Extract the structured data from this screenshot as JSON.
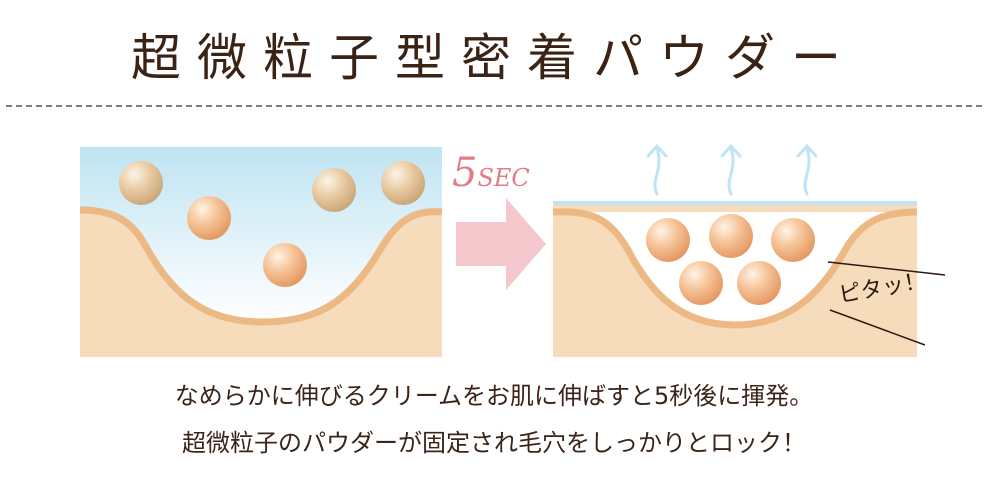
{
  "title": "超微粒子型密着パウダー",
  "timer": {
    "number": "5",
    "unit": "SEC"
  },
  "badge": "ピタッ！",
  "caption_line1": "なめらかに伸びるクリームをお肌に伸ばすと5秒後に揮発。",
  "caption_line2": "超微粒子のパウダーが固定され毛穴をしっかりとロック！",
  "colors": {
    "skin": "#f7dcbc",
    "skin_edge": "#ecb884",
    "cream_blue": "#bfe4f3",
    "particle": "#f0b482",
    "arrow": "#f4c8cd",
    "timer_text": "#e07d86"
  }
}
